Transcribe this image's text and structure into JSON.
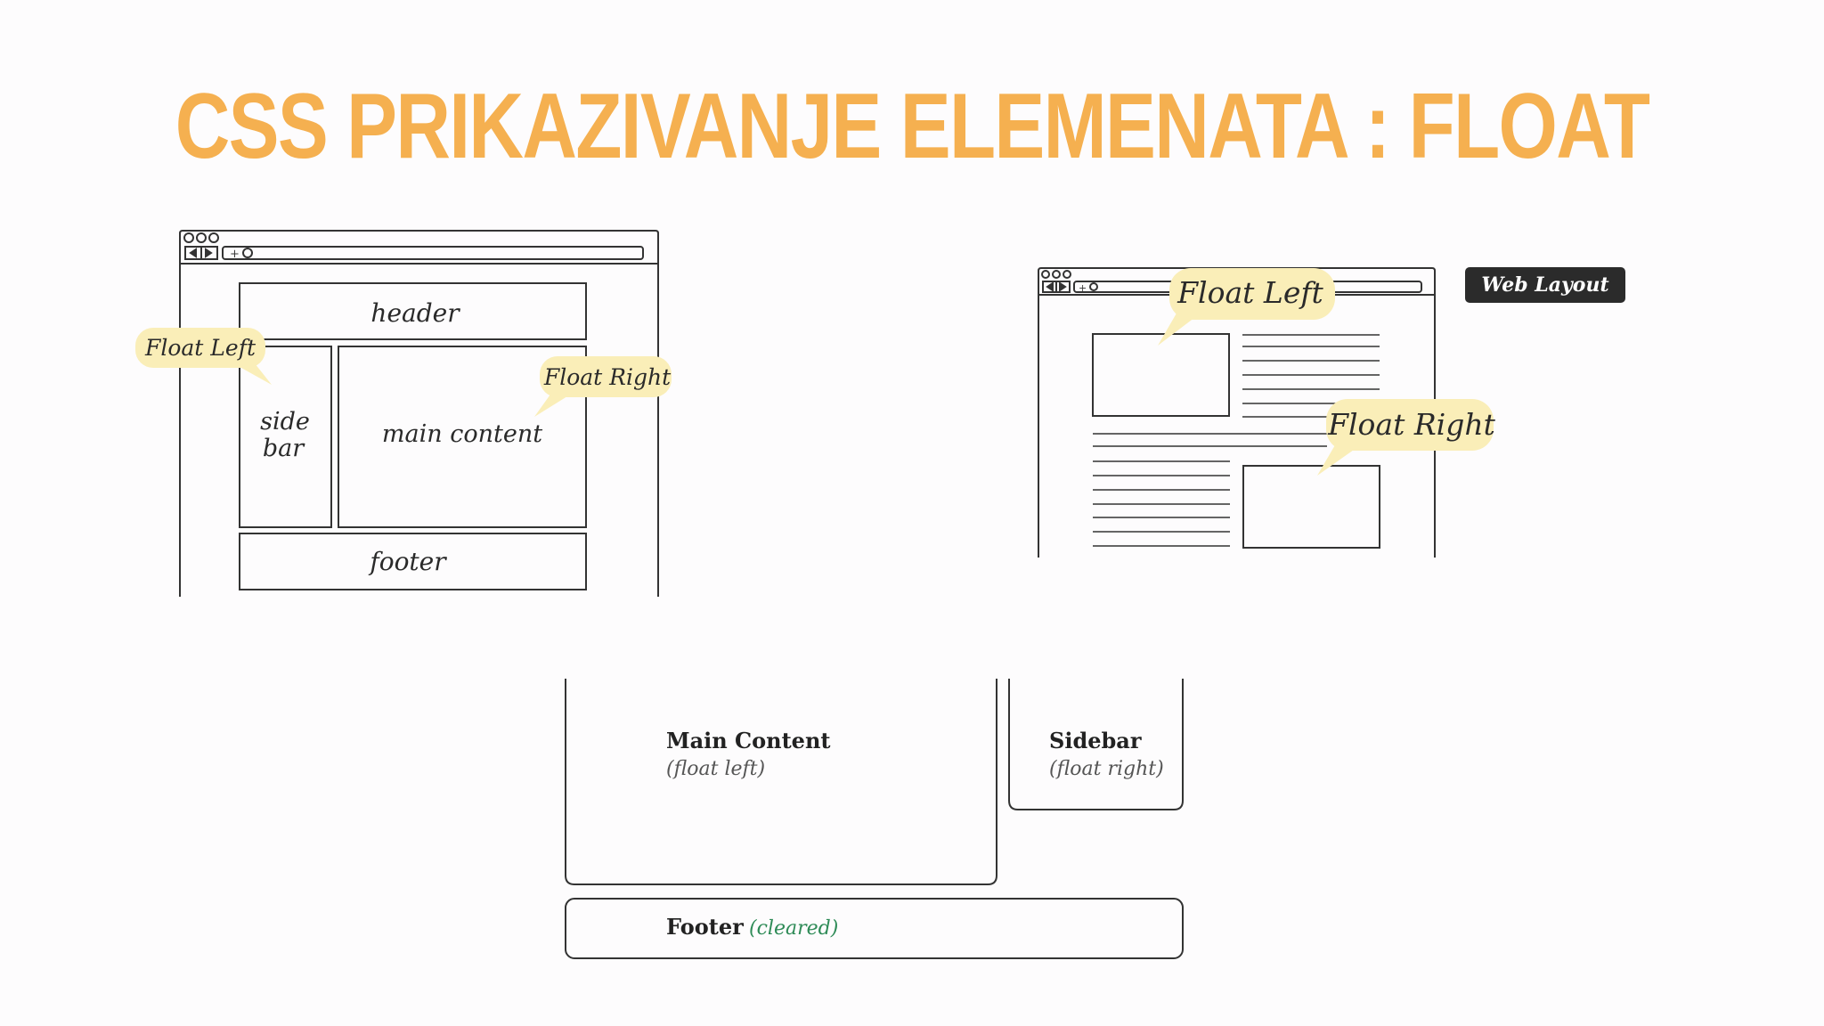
{
  "slide": {
    "title": "CSS PRIKAZIVANJE ELEMENATA : FLOAT",
    "title_color": "#f5b050"
  },
  "diagram_left": {
    "header": "header",
    "sidebar_line1": "side",
    "sidebar_line2": "bar",
    "main": "main content",
    "footer": "footer",
    "float_left_label": "Float Left",
    "float_right_label": "Float Right"
  },
  "diagram_right": {
    "tag": "Web Layout",
    "float_left_label": "Float Left",
    "float_right_label": "Float Right"
  },
  "diagram_bottom": {
    "main_title": "Main Content",
    "main_note": "(float left)",
    "sidebar_title": "Sidebar",
    "sidebar_note": "(float right)",
    "footer_title": "Footer",
    "footer_note": "(cleared)",
    "cleared_color": "#2e8b57"
  },
  "colors": {
    "bubble": "#faeeb8",
    "tag_bg": "#2b2b2b",
    "line": "#333333"
  }
}
